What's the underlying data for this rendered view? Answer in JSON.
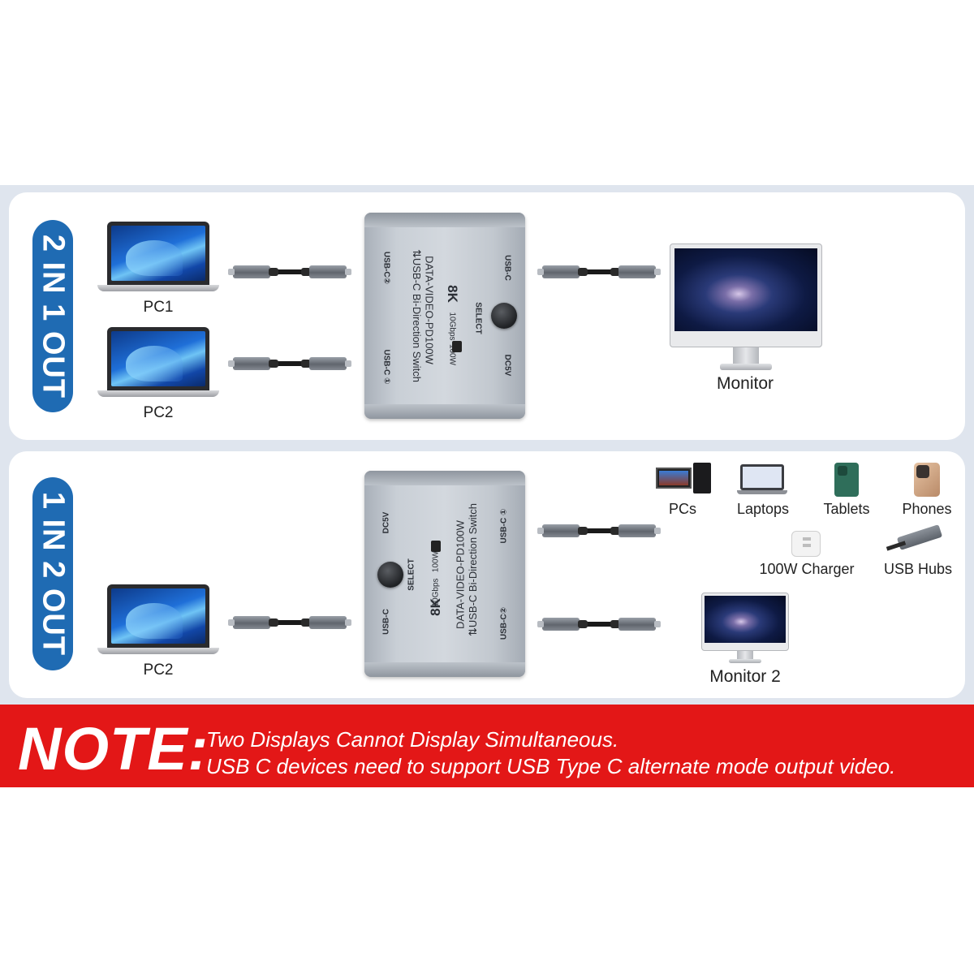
{
  "panel_top": {
    "mode_label": "2 IN 1 OUT",
    "source_1_label": "PC1",
    "source_2_label": "PC2",
    "target_label": "Monitor",
    "switch": {
      "port_in_2": "USB-C②",
      "port_in_1": "USB-C ①",
      "port_out": "USB-C",
      "power": "DC5V",
      "select": "SELECT",
      "title_line1": "⇅USB-C  Bi-Direction  Switch",
      "title_line2": "DATA-VIDEO-PD100W",
      "badge_8k": "8K",
      "spec_small": "10Gbps",
      "spec_power": "100W"
    }
  },
  "panel_bottom": {
    "mode_label": "1 IN 2 OUT",
    "source_label": "PC2",
    "target_label": "Monitor 2",
    "devices": [
      {
        "label": "PCs",
        "icon": "desktop-pc-icon"
      },
      {
        "label": "Laptops",
        "icon": "laptop-icon"
      },
      {
        "label": "Tablets",
        "icon": "tablet-icon"
      },
      {
        "label": "Phones",
        "icon": "phone-icon"
      },
      {
        "label": "100W Charger",
        "icon": "charger-icon"
      },
      {
        "label": "USB Hubs",
        "icon": "usb-hub-icon"
      }
    ],
    "switch": {
      "port_out_1": "USB-C ①",
      "port_out_2": "USB-C②",
      "port_in": "USB-C",
      "power": "DC5V",
      "select": "SELECT",
      "title_line1": "⇅USB-C  Bi-Direction  Switch",
      "title_line2": "DATA-VIDEO-PD100W",
      "badge_8k": "8K",
      "spec_small": "10Gbps",
      "spec_power": "100W"
    }
  },
  "note": {
    "heading": "NOTE:",
    "line1": "Two Displays Cannot Display Simultaneous.",
    "line2": "USB C devices need to support USB Type C alternate mode output video."
  },
  "colors": {
    "pill_blue": "#1f6bb3",
    "note_red": "#e31717",
    "band_gray": "#dfe5ee"
  }
}
